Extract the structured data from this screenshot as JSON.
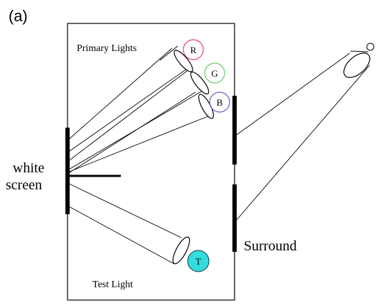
{
  "panel_label": "(a)",
  "labels": {
    "primary_lights": "Primary Lights",
    "test_light": "Test Light",
    "white_screen_line1": "white",
    "white_screen_line2": "screen",
    "surround": "Surround"
  },
  "lights": [
    {
      "letter": "R",
      "ring_color": "#e0407a",
      "fill": "none"
    },
    {
      "letter": "G",
      "ring_color": "#66cc66",
      "fill": "none"
    },
    {
      "letter": "B",
      "ring_color": "#6a5acd",
      "fill": "none"
    },
    {
      "letter": "T",
      "ring_color": "#000000",
      "fill": "#33dddd"
    }
  ],
  "colors": {
    "line": "#000000",
    "box": "#000000"
  }
}
